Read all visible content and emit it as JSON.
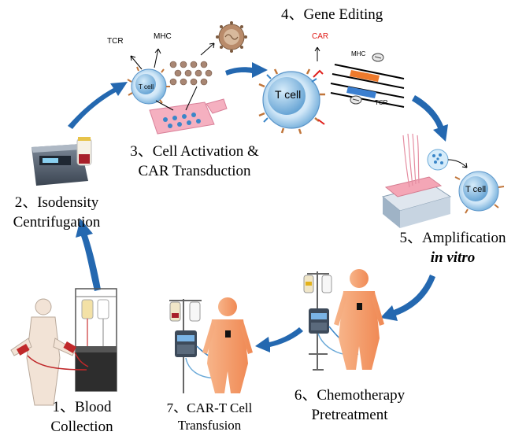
{
  "steps": {
    "s1": {
      "line1": "1、Blood",
      "line2": "Collection"
    },
    "s2": {
      "line1": "2、Isodensity",
      "line2": "Centrifugation"
    },
    "s3": {
      "line1": "3、Cell Activation &",
      "line2": "CAR Transduction"
    },
    "s4": {
      "line1": "4、Gene Editing"
    },
    "s5": {
      "line1": "5、Amplification",
      "line2": "in vitro"
    },
    "s6": {
      "line1": "6、Chemotherapy",
      "line2": "Pretreatment"
    },
    "s7": {
      "line1": "7、CAR-T Cell",
      "line2": "Transfusion"
    }
  },
  "labels": {
    "tcr": "TCR",
    "mhc": "MHC",
    "car": "CAR",
    "tcell": "T cell",
    "tcell_small": "T cell"
  },
  "colors": {
    "arrow": "#2468b0",
    "car_label": "#e0201c",
    "skin": "#f5a070",
    "bag": "#f0e6c8"
  }
}
